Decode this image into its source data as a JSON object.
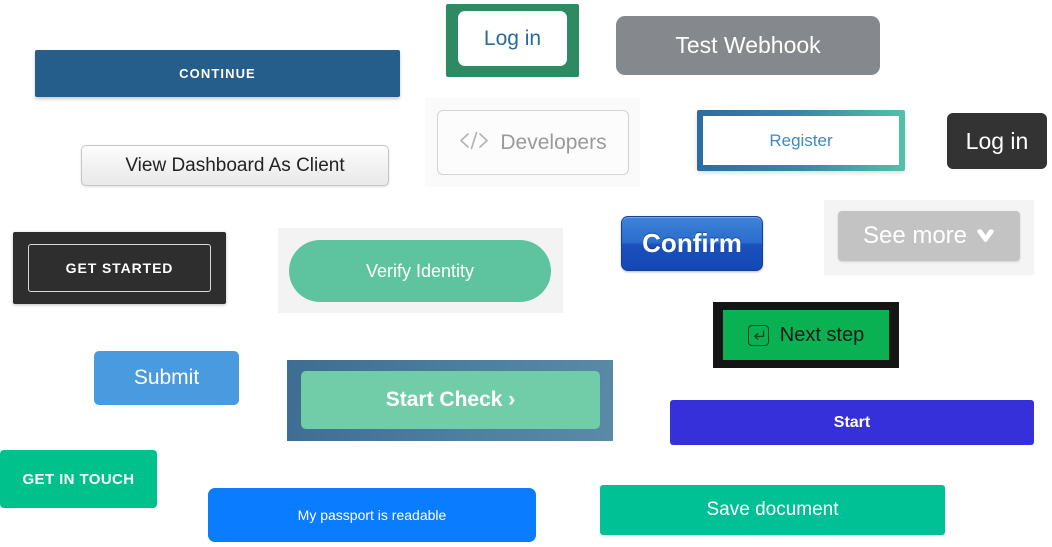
{
  "buttons": {
    "continue": {
      "label": "CONTINUE"
    },
    "view_dashboard": {
      "label": "View Dashboard As Client"
    },
    "get_started": {
      "label": "GET STARTED"
    },
    "submit": {
      "label": "Submit"
    },
    "get_in_touch": {
      "label": "GET IN TOUCH"
    },
    "verify_identity": {
      "label": "Verify Identity"
    },
    "start_check": {
      "label": "Start Check ›"
    },
    "passport_readable": {
      "label": "My passport is readable"
    },
    "login_framed": {
      "label": "Log in"
    },
    "developers": {
      "label": "Developers",
      "icon": "code-icon",
      "icon_glyph": "‹/›"
    },
    "test_webhook": {
      "label": "Test Webhook"
    },
    "register": {
      "label": "Register"
    },
    "login_dark": {
      "label": "Log in"
    },
    "confirm": {
      "label": "Confirm"
    },
    "see_more": {
      "label": "See more",
      "icon": "chevron-down-icon",
      "icon_glyph": "♥"
    },
    "next_step": {
      "label": "Next step",
      "icon": "enter-key-icon"
    },
    "start": {
      "label": "Start"
    },
    "save_document": {
      "label": "Save document"
    }
  },
  "colors": {
    "continue_bg": "#255d8b",
    "view_dashboard_bg": "#f2f2f2",
    "get_started_bg": "#2e2e2e",
    "submit_bg": "#4a9ae0",
    "get_in_touch_bg": "#00c08b",
    "verify_identity_bg": "#5ec4a0",
    "verify_identity_panel_bg": "#f3f3f3",
    "start_check_bg": "#71cda8",
    "start_check_frame_bg": "#4d7fa0",
    "passport_readable_bg": "#0a7cff",
    "login_framed_frame_bg": "#2d8a63",
    "login_framed_text": "#2a6b9c",
    "developers_border": "#d4d4d4",
    "developers_text": "#9a9a9a",
    "test_webhook_bg": "#85898d",
    "register_border_start": "#2d6ca2",
    "register_border_end": "#52c1a9",
    "register_text": "#3f87c8",
    "login_dark_bg": "#333333",
    "confirm_bg": "#2a6ccc",
    "see_more_bg": "#c3c3c3",
    "see_more_panel_bg": "#f4f4f4",
    "next_step_bg": "#0ab152",
    "next_step_frame_bg": "#151515",
    "start_bg": "#3530da",
    "save_document_bg": "#00c195",
    "page_bg": "#ffffff"
  }
}
